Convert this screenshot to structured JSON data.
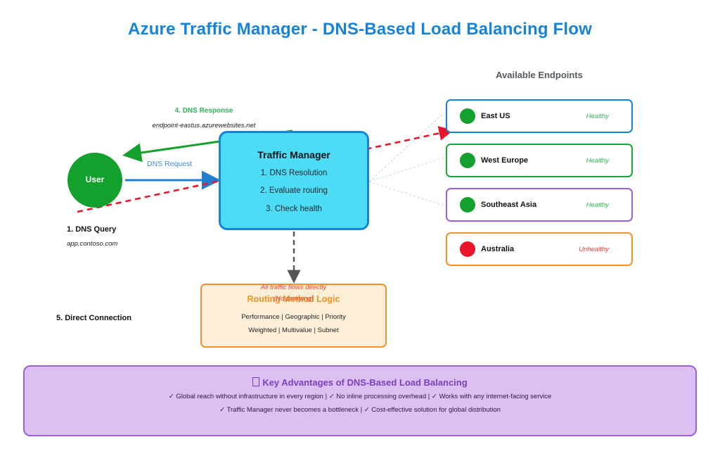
{
  "title": "Azure Traffic Manager - DNS-Based Load Balancing Flow",
  "flow": {
    "user_label": "User",
    "dns_request_label": "DNS Request",
    "dns_response_label": "4. DNS Response",
    "endpoint_fqdn": "endpoint-eastus.azurewebsites.net",
    "query_step": "1. DNS Query",
    "query_domain": "app.contoso.com",
    "direct_connection_step": "5. Direct Connection"
  },
  "traffic_manager": {
    "title": "Traffic Manager",
    "steps": [
      "1. DNS Resolution",
      "2. Evaluate routing",
      "3. Check health"
    ]
  },
  "endpoints_panel": {
    "heading": "Available Endpoints",
    "items": [
      {
        "name": "East US",
        "status": "Healthy",
        "border_color": "#1583d8",
        "dot_color": "#13a02c",
        "status_color": "#2fb457"
      },
      {
        "name": "West Europe",
        "status": "Healthy",
        "border_color": "#18a839",
        "dot_color": "#13a02c",
        "status_color": "#2fb457"
      },
      {
        "name": "Southeast Asia",
        "status": "Healthy",
        "border_color": "#9b5fd6",
        "dot_color": "#13a02c",
        "status_color": "#2fb457"
      },
      {
        "name": "Australia",
        "status": "Unhealthy",
        "border_color": "#f0922b",
        "dot_color": "#e8152b",
        "status_color": "#e8433b"
      }
    ]
  },
  "routing": {
    "title": "Routing Method Logic",
    "overlay_line_1": "All traffic flows directly",
    "overlay_line_2": "(No proxying)",
    "methods_line_1": "Performance | Geographic | Priority",
    "methods_line_2": "Weighted | Multivalue | Subnet"
  },
  "advantages": {
    "title": "Key Advantages of DNS-Based Load Balancing",
    "line_1": "✓ Global reach without infrastructure in every region  |  ✓ No inline processing overhead  |  ✓ Works with any internet-facing service",
    "line_2": "✓ Traffic Manager never becomes a bottleneck  |  ✓ Cost-effective solution for global distribution"
  },
  "colors": {
    "title_blue": "#1583d8",
    "tm_fill": "#4ddcf6",
    "tm_border": "#1583d8",
    "user_green": "#13a02c",
    "response_green": "#2fb457",
    "request_blue": "#3f8fdc",
    "direct_red": "#e8152b",
    "routing_orange": "#f0922b",
    "advantages_purple": "#9b5fd6"
  }
}
